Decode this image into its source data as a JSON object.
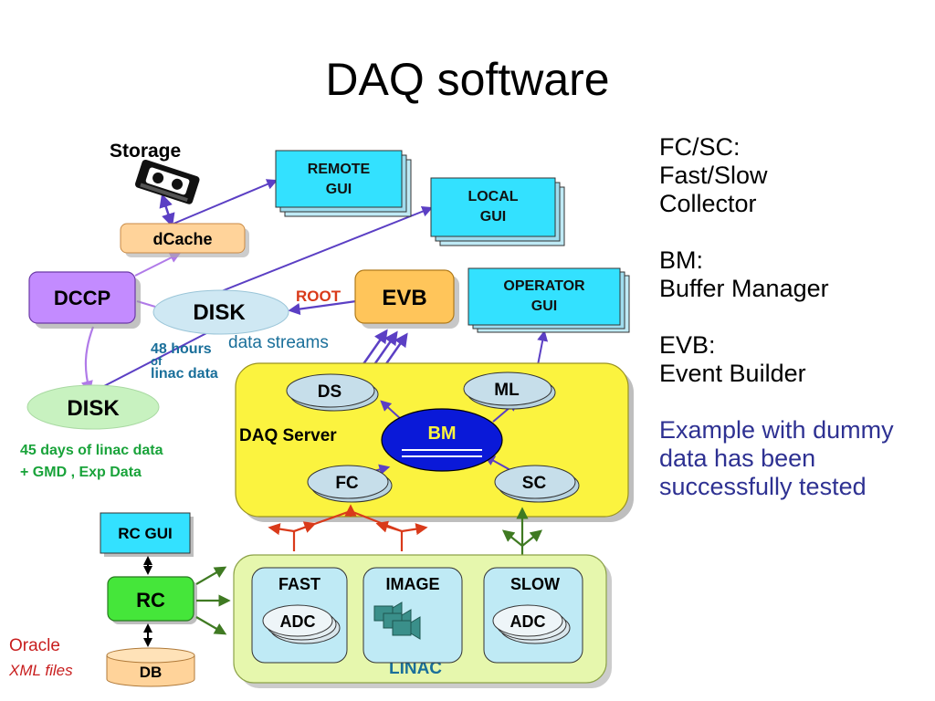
{
  "slide": {
    "title": "DAQ software"
  },
  "diagram": {
    "storage_label": "Storage",
    "dcache": "dCache",
    "remote_gui": [
      "REMOTE",
      "GUI"
    ],
    "local_gui": [
      "LOCAL",
      "GUI"
    ],
    "operator_gui": [
      "OPERATOR",
      "GUI"
    ],
    "dccp": "DCCP",
    "disk_main": "DISK",
    "root_label": "ROOT",
    "evb": "EVB",
    "hours_note": [
      "48 hours",
      "of",
      "linac data"
    ],
    "data_streams": "data streams",
    "disk_archive": "DISK",
    "days_note": [
      "45 days of linac data",
      "+ GMD , Exp Data"
    ],
    "daq_server": "DAQ Server",
    "ds": "DS",
    "ml": "ML",
    "bm": "BM",
    "fc": "FC",
    "sc": "SC",
    "rc_gui": "RC GUI",
    "rc": "RC",
    "oracle": "Oracle",
    "xml_files": "XML files",
    "db": "DB",
    "fast": "FAST",
    "fast_adc": "ADC",
    "image": "IMAGE",
    "slow": "SLOW",
    "slow_adc": "ADC",
    "linac": "LINAC"
  },
  "notes": {
    "fc_sc_abbr": "FC/SC:",
    "fc_sc_full": "Fast/Slow Collector",
    "bm_abbr": "BM:",
    "bm_full": "Buffer Manager",
    "evb_abbr": "EVB:",
    "evb_full": "Event Builder",
    "example": "Example with dummy data has been successfully tested"
  },
  "colors": {
    "cyan_box": "#33e1ff",
    "dcache_box": "#ffd39a",
    "dccp_box": "#c38bff",
    "evb_box": "#ffc55a",
    "daq_server_bg": "#fbf33f",
    "bm_fill": "#0a19d8",
    "rc_box": "#45e63a",
    "linac_bg": "#e6f7ad",
    "disk_fill": "#cfe8f3",
    "arrow_purple": "#5b3fc4",
    "arrow_red": "#d93a1a",
    "arrow_green": "#3f7a22",
    "note_blue": "#2e3192",
    "teal_text": "#1a6f9a",
    "green_text": "#19a33a",
    "oracle_red": "#c81e1e"
  }
}
